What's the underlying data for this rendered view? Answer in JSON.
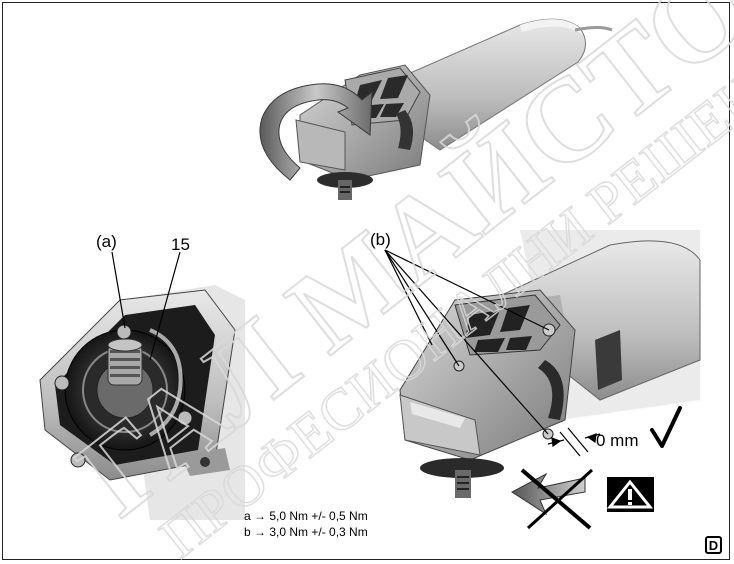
{
  "callouts": {
    "label_a": "(a)",
    "label_15": "15",
    "label_b": "(b)"
  },
  "measurement": {
    "gap_value": "0 mm"
  },
  "torque_spec": {
    "line_a": "a → 5,0 Nm +/- 0,5 Nm",
    "line_b": "b → 3,0 Nm +/- 0,3 Nm"
  },
  "panel": {
    "letter": "D"
  },
  "watermark": {
    "lines": [
      "ГАЛ МАЙСТО",
      "ПРОФЕСИОНАЛНИ РЕШЕНИЯ"
    ],
    "color": "#d9d9d9"
  },
  "colors": {
    "warning_fill": "#000000",
    "warning_symbol": "#ffffff",
    "arrow_fill": "#8a8a8a",
    "metal_light": "#c8c8c8",
    "metal_dark": "#4a4a4a"
  },
  "icons": [
    "rotate-arrow-icon",
    "check-mark-icon",
    "crossed-out-direction-icon",
    "warning-triangle-icon"
  ]
}
